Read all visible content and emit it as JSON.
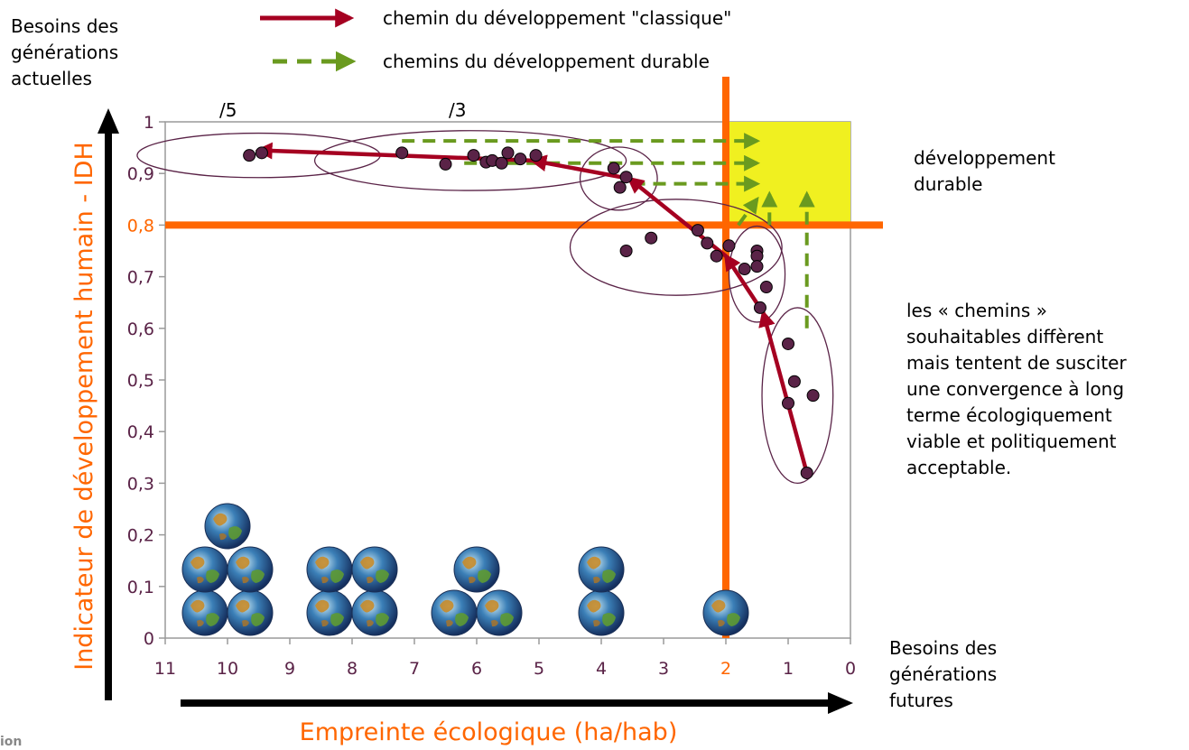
{
  "legend": {
    "classic": "chemin du développement \"classique\"",
    "durable": "chemins du développement durable"
  },
  "annotations": {
    "y_needs": "Besoins des\ngénérations\nactuelles",
    "x_needs": "Besoins des\ngénérations\nfutures",
    "dev_durable": "développement\ndurable",
    "chemins_note": "les « chemins »\nsouhaitables diffèrent\nmais tentent de susciter\nune convergence à long\nterme écologiquement\nviable et politiquement\nacceptable.",
    "div5": "/5",
    "div3": "/3",
    "footer": "ion"
  },
  "colors": {
    "axis_label": "#ff6600",
    "threshold": "#ff6600",
    "classic_path": "#a50021",
    "durable_path": "#6a9a1f",
    "durable_zone": "#f0f020",
    "point_fill": "#5a2347",
    "tick_text": "#5a2347",
    "ellipse": "#5a2347"
  },
  "chart_data": {
    "type": "scatter",
    "xlabel": "Empreinte écologique (ha/hab)",
    "ylabel": "Indicateur de développement humain - IDH",
    "xlim": [
      11,
      0
    ],
    "ylim": [
      0,
      1
    ],
    "x_reversed": true,
    "x_ticks": [
      "11",
      "10",
      "9",
      "8",
      "7",
      "6",
      "5",
      "4",
      "3",
      "2",
      "1",
      "0"
    ],
    "y_ticks": [
      "0",
      "0,1",
      "0,2",
      "0,3",
      "0,4",
      "0,5",
      "0,6",
      "0,7",
      "0,8",
      "0,9",
      "1"
    ],
    "grid": false,
    "thresholds": {
      "x": 2,
      "y": 0.8
    },
    "durable_zone": {
      "x": [
        2,
        0
      ],
      "y": [
        0.8,
        1
      ]
    },
    "points": [
      [
        9.65,
        0.935
      ],
      [
        9.45,
        0.94
      ],
      [
        7.2,
        0.94
      ],
      [
        6.5,
        0.918
      ],
      [
        6.05,
        0.935
      ],
      [
        5.85,
        0.922
      ],
      [
        5.75,
        0.925
      ],
      [
        5.6,
        0.92
      ],
      [
        5.5,
        0.94
      ],
      [
        5.3,
        0.928
      ],
      [
        5.05,
        0.935
      ],
      [
        3.8,
        0.91
      ],
      [
        3.6,
        0.893
      ],
      [
        3.7,
        0.873
      ],
      [
        3.6,
        0.75
      ],
      [
        3.2,
        0.775
      ],
      [
        2.45,
        0.79
      ],
      [
        2.3,
        0.765
      ],
      [
        1.95,
        0.76
      ],
      [
        2.15,
        0.74
      ],
      [
        1.7,
        0.715
      ],
      [
        1.5,
        0.75
      ],
      [
        1.5,
        0.74
      ],
      [
        1.5,
        0.72
      ],
      [
        1.35,
        0.68
      ],
      [
        1.45,
        0.64
      ],
      [
        1.0,
        0.57
      ],
      [
        0.9,
        0.497
      ],
      [
        1.0,
        0.455
      ],
      [
        0.6,
        0.47
      ],
      [
        0.7,
        0.32
      ]
    ],
    "clusters": [
      {
        "cx": 9.5,
        "cy": 0.935,
        "rx": 1.95,
        "ry": 0.043
      },
      {
        "cx": 6.1,
        "cy": 0.925,
        "rx": 2.5,
        "ry": 0.058
      },
      {
        "cx": 3.72,
        "cy": 0.89,
        "rx": 0.62,
        "ry": 0.061
      },
      {
        "cx": 2.8,
        "cy": 0.757,
        "rx": 1.7,
        "ry": 0.093
      },
      {
        "cx": 1.5,
        "cy": 0.705,
        "rx": 0.45,
        "ry": 0.093
      },
      {
        "cx": 0.85,
        "cy": 0.47,
        "rx": 0.57,
        "ry": 0.17
      }
    ],
    "classic_path_segments": [
      [
        [
          0.7,
          0.32
        ],
        [
          1.4,
          0.63
        ]
      ],
      [
        [
          1.4,
          0.63
        ],
        [
          2.0,
          0.74
        ]
      ],
      [
        [
          2.0,
          0.74
        ],
        [
          3.55,
          0.89
        ]
      ],
      [
        [
          3.55,
          0.89
        ],
        [
          5.1,
          0.925
        ]
      ],
      [
        [
          5.1,
          0.925
        ],
        [
          9.5,
          0.945
        ]
      ]
    ],
    "durable_path_segments": [
      [
        [
          7.2,
          0.963
        ],
        [
          1.5,
          0.963
        ]
      ],
      [
        [
          6.2,
          0.92
        ],
        [
          1.5,
          0.92
        ]
      ],
      [
        [
          3.5,
          0.88
        ],
        [
          1.5,
          0.88
        ]
      ],
      [
        [
          1.8,
          0.8
        ],
        [
          1.5,
          0.85
        ]
      ],
      [
        [
          1.3,
          0.8
        ],
        [
          1.3,
          0.86
        ]
      ],
      [
        [
          0.7,
          0.6
        ],
        [
          0.7,
          0.86
        ]
      ]
    ],
    "globe_stacks": [
      {
        "x": 10,
        "count": 5
      },
      {
        "x": 8,
        "count": 4
      },
      {
        "x": 6,
        "count": 3
      },
      {
        "x": 4,
        "count": 2
      },
      {
        "x": 2,
        "count": 1
      }
    ]
  }
}
